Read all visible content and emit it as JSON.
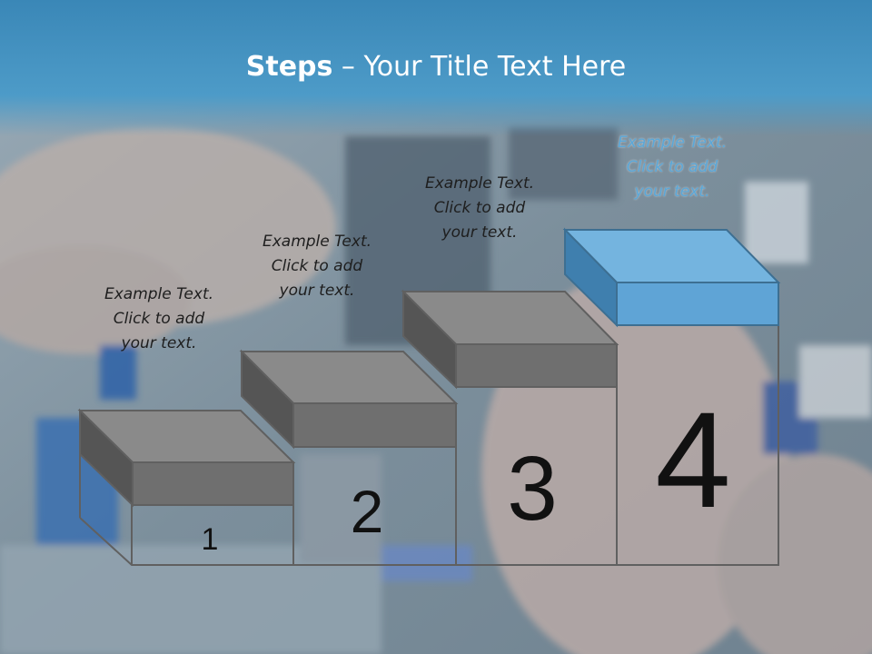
{
  "slide": {
    "title_bold": "Steps",
    "title_rest": " – Your Title Text Here"
  },
  "steps": [
    {
      "number": "1",
      "caption": [
        "Example Text.",
        "Click  to add",
        "your text."
      ]
    },
    {
      "number": "2",
      "caption": [
        "Example Text.",
        "Click  to add",
        "your text."
      ]
    },
    {
      "number": "3",
      "caption": [
        "Example Text.",
        "Click  to add",
        "your text."
      ]
    },
    {
      "number": "4",
      "caption": [
        "Example Text.",
        "Click  to add",
        "your text."
      ]
    }
  ],
  "colors": {
    "header": "#3a87b7",
    "title_text": "#ffffff",
    "block_gray_top": "#8a8a8a",
    "block_gray_front": "#6f6f6f",
    "block_gray_side": "#555555",
    "block_blue_top": "#74b4df",
    "block_blue_front": "#5fa4d6",
    "block_blue_side": "#3f7fae",
    "outline": "#606060"
  }
}
